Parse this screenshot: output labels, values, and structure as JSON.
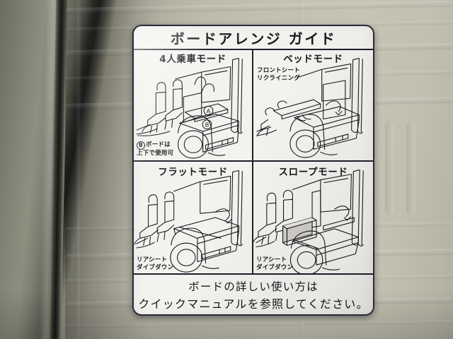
{
  "label": {
    "title": "ボードアレンジ ガイド",
    "panels": [
      {
        "id": "four-seat-mode",
        "title": "4人乗車モード",
        "note_top": "",
        "note_bottom": "ボードは\n上下で使用可",
        "markers": [
          "A",
          "B"
        ],
        "note_bottom_line1": "ボードは",
        "note_bottom_line2": "上下で使用可",
        "note_bottom_circle": "B"
      },
      {
        "id": "bed-mode",
        "title": "ベッドモード",
        "note_top_line1": "フロントシート",
        "note_top_line2": "リクライニング"
      },
      {
        "id": "flat-mode",
        "title": "フラットモード",
        "note_bottom_line1": "リアシート",
        "note_bottom_line2": "ダイブダウン"
      },
      {
        "id": "slope-mode",
        "title": "スロープモード",
        "note_bottom_line1": "リアシート",
        "note_bottom_line2": "ダイブダウン"
      }
    ],
    "footer": {
      "line1": "ボードの詳しい使い方は",
      "line2": "クイックマニュアルを参照してください。"
    },
    "colors": {
      "label_background": "#f3f2ee",
      "label_border": "#2a2a3a",
      "ink": "#17171c",
      "trim_beige": "#c3c1b1",
      "trim_olive": "#8a8a7e",
      "seam_dark": "#161614"
    }
  }
}
